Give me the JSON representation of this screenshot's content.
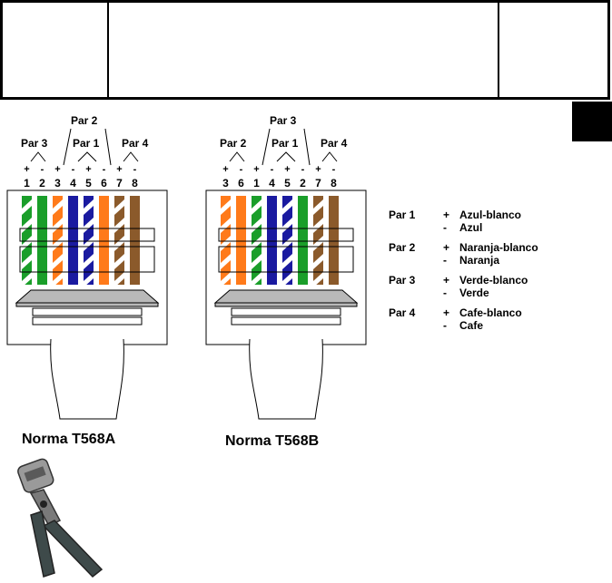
{
  "header": {
    "cells": [
      "",
      "",
      ""
    ]
  },
  "standard_a": {
    "label": "Norma T568A",
    "pairs": [
      {
        "label": "Par 3"
      },
      {
        "label": "Par 2"
      },
      {
        "label": "Par 1"
      },
      {
        "label": "Par 4"
      }
    ],
    "pins": [
      "1",
      "2",
      "3",
      "4",
      "5",
      "6",
      "7",
      "8"
    ],
    "signs": [
      "+",
      "-",
      "+",
      "-",
      "+",
      "-",
      "+",
      "-"
    ],
    "wire_colors": [
      "green-white",
      "green",
      "orange-white",
      "blue",
      "blue-white",
      "orange",
      "brown-white",
      "brown"
    ]
  },
  "standard_b": {
    "label": "Norma T568B",
    "pairs": [
      {
        "label": "Par 2"
      },
      {
        "label": "Par 3"
      },
      {
        "label": "Par 1"
      },
      {
        "label": "Par 4"
      }
    ],
    "pins": [
      "3",
      "6",
      "1",
      "4",
      "5",
      "2",
      "7",
      "8"
    ],
    "signs": [
      "+",
      "-",
      "+",
      "-",
      "+",
      "-",
      "+",
      "-"
    ],
    "wire_colors": [
      "orange-white",
      "orange",
      "green-white",
      "blue",
      "blue-white",
      "green",
      "brown-white",
      "brown"
    ]
  },
  "legend": [
    {
      "pair": "Par 1",
      "plus": "+",
      "plus_label": "Azul-blanco",
      "minus": "-",
      "minus_label": "Azul"
    },
    {
      "pair": "Par 2",
      "plus": "+",
      "plus_label": "Naranja-blanco",
      "minus": "-",
      "minus_label": "Naranja"
    },
    {
      "pair": "Par 3",
      "plus": "+",
      "plus_label": "Verde-blanco",
      "minus": "-",
      "minus_label": "Verde"
    },
    {
      "pair": "Par 4",
      "plus": "+",
      "plus_label": "Cafe-blanco",
      "minus": "-",
      "minus_label": "Cafe"
    }
  ],
  "colors": {
    "green": "#1a9e2a",
    "orange": "#ff7a1a",
    "blue": "#1a1aa0",
    "brown": "#8b5a2b",
    "white": "#ffffff"
  },
  "tool": {
    "icon": "crimping-tool-icon"
  }
}
